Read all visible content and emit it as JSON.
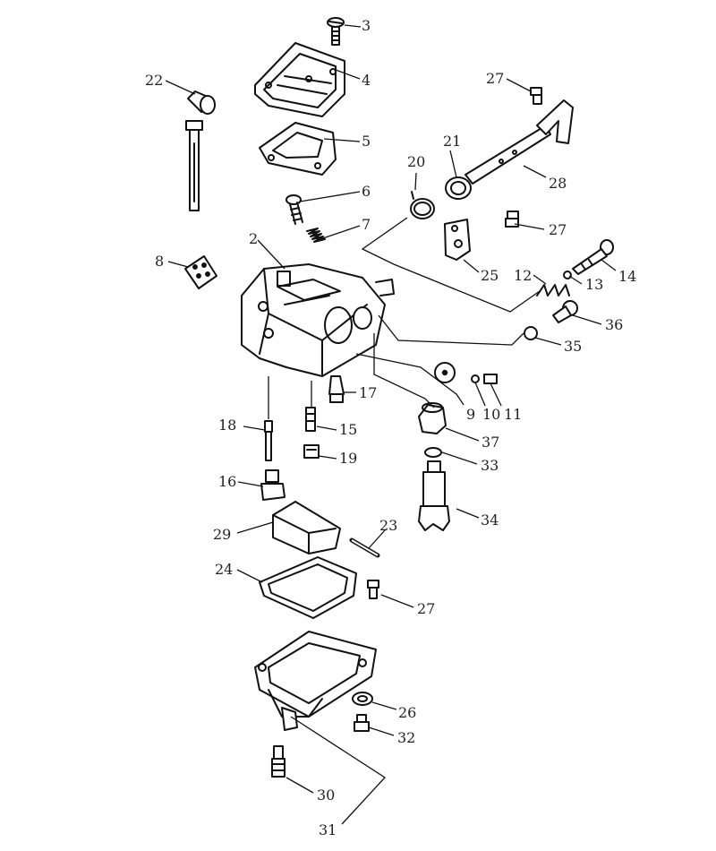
{
  "callouts": [
    {
      "id": "c2",
      "label": "2"
    },
    {
      "id": "c3",
      "label": "3"
    },
    {
      "id": "c4",
      "label": "4"
    },
    {
      "id": "c5",
      "label": "5"
    },
    {
      "id": "c6",
      "label": "6"
    },
    {
      "id": "c7",
      "label": "7"
    },
    {
      "id": "c8",
      "label": "8"
    },
    {
      "id": "c9",
      "label": "9"
    },
    {
      "id": "c10",
      "label": "10"
    },
    {
      "id": "c11",
      "label": "11"
    },
    {
      "id": "c12",
      "label": "12"
    },
    {
      "id": "c13",
      "label": "13"
    },
    {
      "id": "c14",
      "label": "14"
    },
    {
      "id": "c15",
      "label": "15"
    },
    {
      "id": "c16",
      "label": "16"
    },
    {
      "id": "c17",
      "label": "17"
    },
    {
      "id": "c18",
      "label": "18"
    },
    {
      "id": "c19",
      "label": "19"
    },
    {
      "id": "c20",
      "label": "20"
    },
    {
      "id": "c21",
      "label": "21"
    },
    {
      "id": "c22",
      "label": "22"
    },
    {
      "id": "c23",
      "label": "23"
    },
    {
      "id": "c24",
      "label": "24"
    },
    {
      "id": "c25",
      "label": "25"
    },
    {
      "id": "c26",
      "label": "26"
    },
    {
      "id": "c27a",
      "label": "27"
    },
    {
      "id": "c27b",
      "label": "27"
    },
    {
      "id": "c27c",
      "label": "27"
    },
    {
      "id": "c28",
      "label": "28"
    },
    {
      "id": "c29",
      "label": "29"
    },
    {
      "id": "c30",
      "label": "30"
    },
    {
      "id": "c31",
      "label": "31"
    },
    {
      "id": "c32",
      "label": "32"
    },
    {
      "id": "c33",
      "label": "33"
    },
    {
      "id": "c34",
      "label": "34"
    },
    {
      "id": "c35",
      "label": "35"
    },
    {
      "id": "c36",
      "label": "36"
    },
    {
      "id": "c37",
      "label": "37"
    }
  ]
}
